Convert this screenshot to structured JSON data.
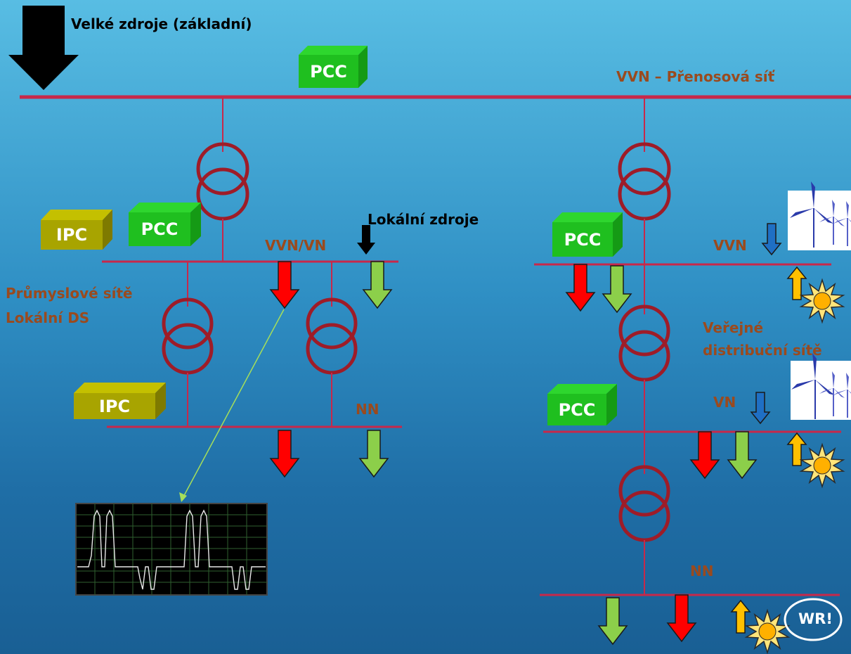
{
  "labels": {
    "big_sources": "Velké zdroje (základní)",
    "transmission": "VVN – Přenosová síť",
    "local_sources": "Lokální zdroje",
    "vvn_vn": "VVN/VN",
    "industrial_1": "Průmyslové sítě",
    "industrial_2": "Lokální DS",
    "nn_left": "NN",
    "vvn_right": "VVN",
    "public_1": "Veřejné",
    "public_2": "distribuční sítě",
    "vn_right": "VN",
    "nn_right": "NN",
    "wr": "WR!"
  },
  "boxes": {
    "pcc": "PCC",
    "ipc": "IPC"
  },
  "icons": [
    "wind-turbine-icon",
    "sun-icon",
    "transformer-icon",
    "oscilloscope-waveform-icon"
  ],
  "colors": {
    "line": "#c8284a",
    "transformer": "#9e1c28",
    "load_arrow": "#ff0000",
    "source_arrow": "#8ccf4a",
    "dg_arrow": "#1f6fc4",
    "pv_arrow": "#ffc000",
    "pcc": "#1fbf1f",
    "ipc": "#a8a400",
    "label": "#9a4a1e"
  }
}
